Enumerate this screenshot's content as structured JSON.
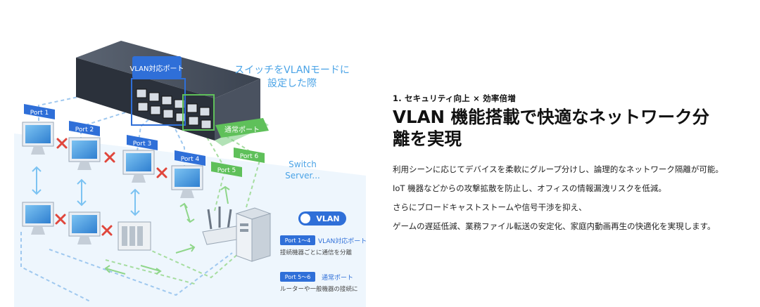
{
  "illustration": {
    "callout_line1": "スイッチをVLANモードに",
    "callout_line2": "設定した際",
    "vlan_port_group_label": "VLAN対応ポート",
    "normal_port_label": "通常ポート",
    "ports": [
      "Port 1",
      "Port 2",
      "Port 3",
      "Port 4",
      "Port 5",
      "Port 6"
    ],
    "switch_server_line1": "Switch",
    "switch_server_line2": "Server...",
    "toggle_label": "VLAN",
    "legend": {
      "vlan_tag": "Port 1〜4",
      "vlan_title": "VLAN対応ポート",
      "vlan_desc": "接続機器ごとに通信を分離",
      "normal_tag": "Port 5〜6",
      "normal_title": "通常ポート",
      "normal_desc": "ルーターや一般機器の接続に"
    },
    "colors": {
      "vlan_blue": "#2f6fd8",
      "normal_green": "#5fc05a",
      "block_red": "#e0463c"
    }
  },
  "content": {
    "eyebrow": "1. セキュリティ向上 × 効率倍増",
    "headline_line1": "VLAN 機能搭載で快適なネットワーク分",
    "headline_line2": "離を実現",
    "paragraphs": [
      "利用シーンに応じてデバイスを柔軟にグループ分けし、論理的なネットワーク隔離が可能。",
      "IoT 機器などからの攻撃拡散を防止し、オフィスの情報漏洩リスクを低減。",
      "さらにブロードキャストストームや信号干渉を抑え、",
      "ゲームの遅延低減、業務ファイル転送の安定化、家庭内動画再生の快適化を実現します。"
    ]
  }
}
